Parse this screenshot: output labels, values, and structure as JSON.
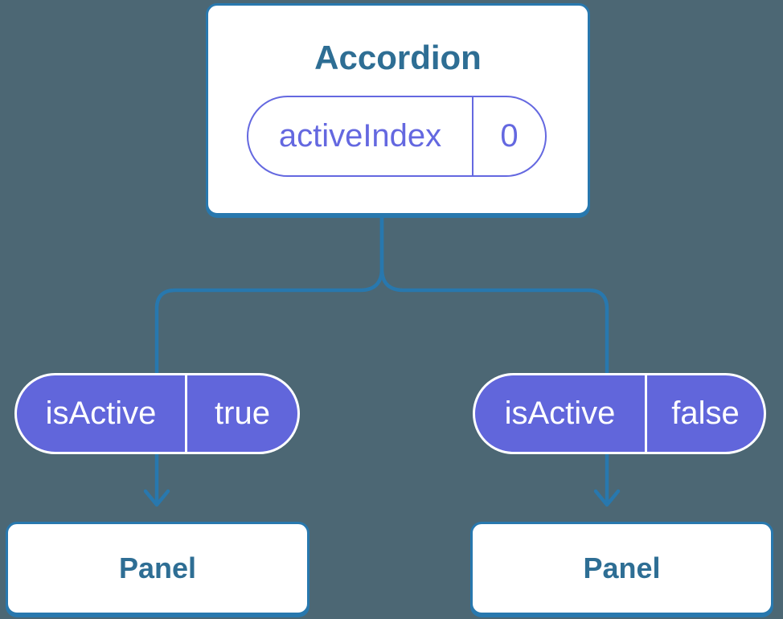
{
  "colors": {
    "background": "#4C6774",
    "connector_blue": "#2878AE",
    "node_text_blue": "#2E6E94",
    "prop_pill_purple": "#6166DB",
    "state_pill_purple": "#6468E0",
    "pill_text_white": "#FFFFFF"
  },
  "tree": {
    "root": {
      "label": "Accordion",
      "state": {
        "name": "activeIndex",
        "value": "0"
      }
    },
    "children": [
      {
        "prop": {
          "name": "isActive",
          "value": "true"
        },
        "label": "Panel"
      },
      {
        "prop": {
          "name": "isActive",
          "value": "false"
        },
        "label": "Panel"
      }
    ]
  }
}
